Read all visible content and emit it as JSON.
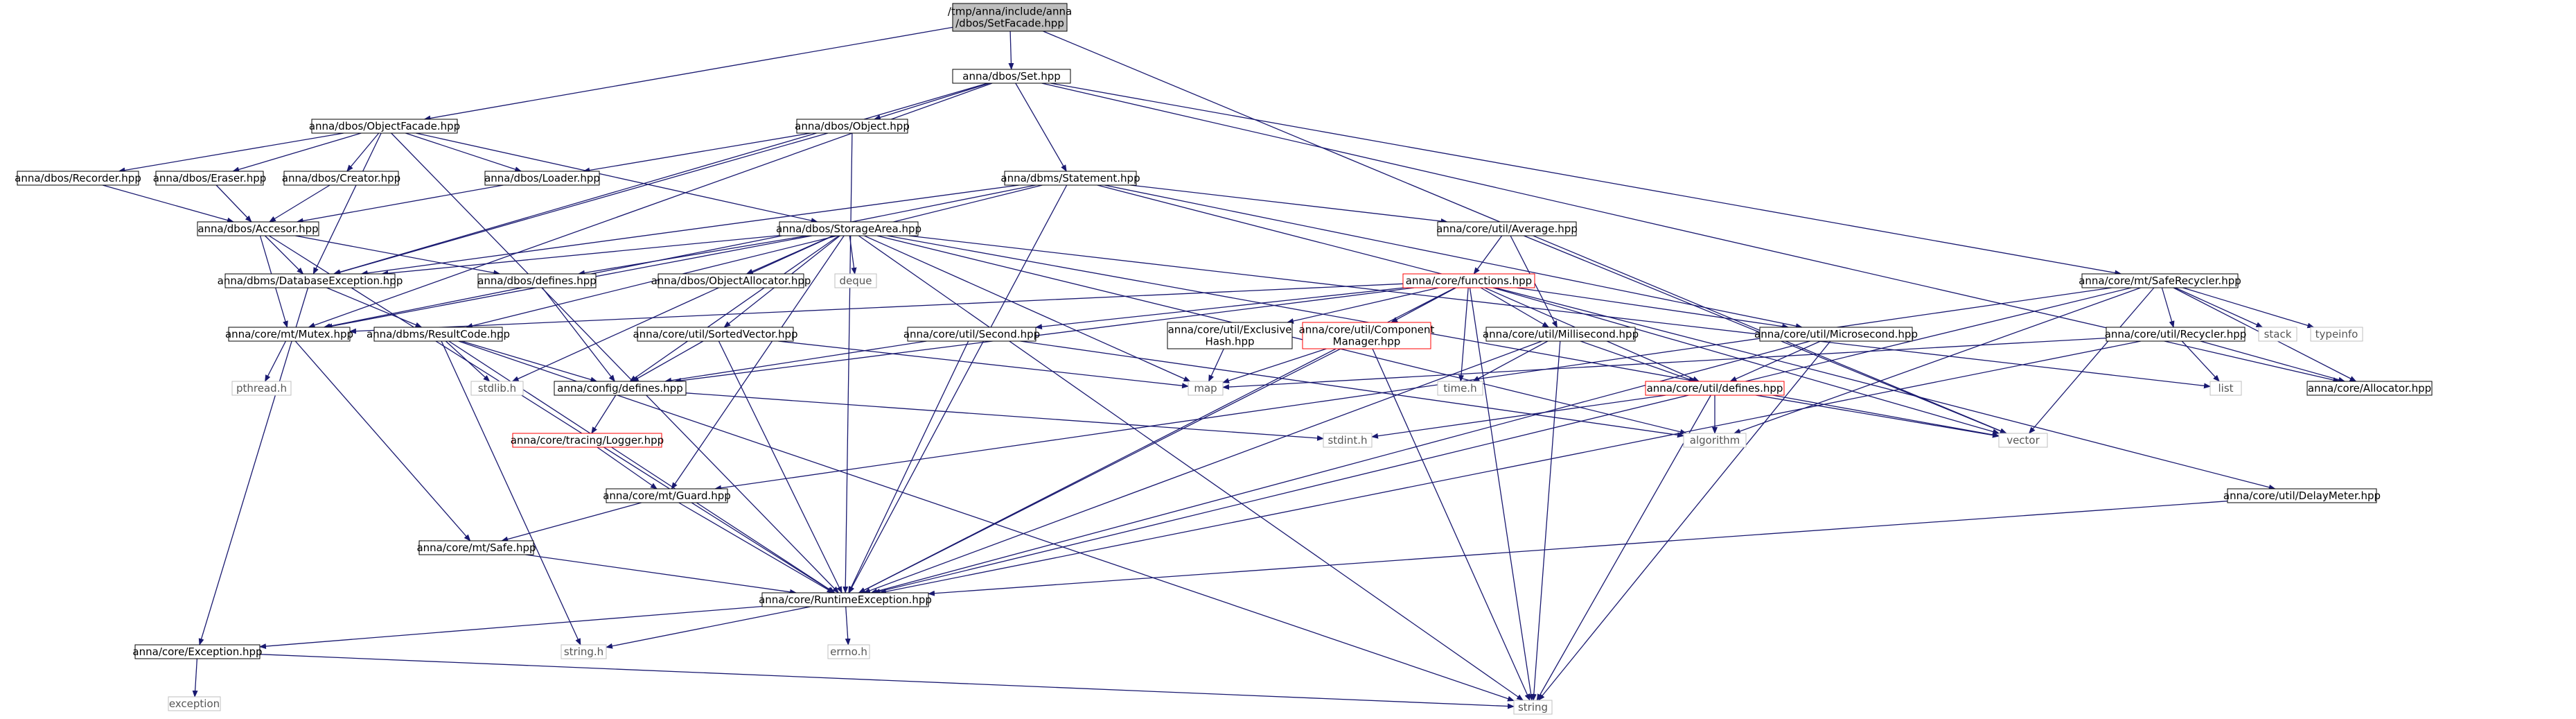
{
  "graph": {
    "nodes": [
      {
        "id": "root",
        "label": "/tmp/anna/include/anna\n/dbos/SetFacade.hpp",
        "kind": "root"
      },
      {
        "id": "set",
        "label": "anna/dbos/Set.hpp",
        "kind": "normal"
      },
      {
        "id": "objfacade",
        "label": "anna/dbos/ObjectFacade.hpp",
        "kind": "normal"
      },
      {
        "id": "object",
        "label": "anna/dbos/Object.hpp",
        "kind": "normal"
      },
      {
        "id": "statement",
        "label": "anna/dbms/Statement.hpp",
        "kind": "normal"
      },
      {
        "id": "recorder",
        "label": "anna/dbos/Recorder.hpp",
        "kind": "normal"
      },
      {
        "id": "eraser",
        "label": "anna/dbos/Eraser.hpp",
        "kind": "normal"
      },
      {
        "id": "creator",
        "label": "anna/dbos/Creator.hpp",
        "kind": "normal"
      },
      {
        "id": "loader",
        "label": "anna/dbos/Loader.hpp",
        "kind": "normal"
      },
      {
        "id": "accesor",
        "label": "anna/dbos/Accesor.hpp",
        "kind": "normal"
      },
      {
        "id": "storagearea",
        "label": "anna/dbos/StorageArea.hpp",
        "kind": "normal"
      },
      {
        "id": "average",
        "label": "anna/core/util/Average.hpp",
        "kind": "normal"
      },
      {
        "id": "dbexception",
        "label": "anna/dbms/DatabaseException.hpp",
        "kind": "normal"
      },
      {
        "id": "dbosdefines",
        "label": "anna/dbos/defines.hpp",
        "kind": "normal"
      },
      {
        "id": "objallocator",
        "label": "anna/dbos/ObjectAllocator.hpp",
        "kind": "normal"
      },
      {
        "id": "deque",
        "label": "deque",
        "kind": "system"
      },
      {
        "id": "functions",
        "label": "anna/core/functions.hpp",
        "kind": "truncated"
      },
      {
        "id": "saferecycler",
        "label": "anna/core/mt/SafeRecycler.hpp",
        "kind": "normal"
      },
      {
        "id": "mutex",
        "label": "anna/core/mt/Mutex.hpp",
        "kind": "normal"
      },
      {
        "id": "resultcode",
        "label": "anna/dbms/ResultCode.hpp",
        "kind": "normal"
      },
      {
        "id": "sortedvector",
        "label": "anna/core/util/SortedVector.hpp",
        "kind": "normal"
      },
      {
        "id": "second",
        "label": "anna/core/util/Second.hpp",
        "kind": "normal"
      },
      {
        "id": "exclusivehash",
        "label": "anna/core/util/Exclusive\nHash.hpp",
        "kind": "normal"
      },
      {
        "id": "componentmgr",
        "label": "anna/core/util/Component\nManager.hpp",
        "kind": "truncated"
      },
      {
        "id": "millisecond",
        "label": "anna/core/util/Millisecond.hpp",
        "kind": "normal"
      },
      {
        "id": "microsecond",
        "label": "anna/core/util/Microsecond.hpp",
        "kind": "normal"
      },
      {
        "id": "recycler",
        "label": "anna/core/util/Recycler.hpp",
        "kind": "normal"
      },
      {
        "id": "stack",
        "label": "stack",
        "kind": "system"
      },
      {
        "id": "typeinfo",
        "label": "typeinfo",
        "kind": "system"
      },
      {
        "id": "pthread",
        "label": "pthread.h",
        "kind": "system"
      },
      {
        "id": "stdlib",
        "label": "stdlib.h",
        "kind": "system"
      },
      {
        "id": "configdefines",
        "label": "anna/config/defines.hpp",
        "kind": "normal"
      },
      {
        "id": "map",
        "label": "map",
        "kind": "system"
      },
      {
        "id": "timeh",
        "label": "time.h",
        "kind": "system"
      },
      {
        "id": "utildefines",
        "label": "anna/core/util/defines.hpp",
        "kind": "truncated"
      },
      {
        "id": "list",
        "label": "list",
        "kind": "system"
      },
      {
        "id": "allocator",
        "label": "anna/core/Allocator.hpp",
        "kind": "normal"
      },
      {
        "id": "logger",
        "label": "anna/core/tracing/Logger.hpp",
        "kind": "truncated"
      },
      {
        "id": "stdint",
        "label": "stdint.h",
        "kind": "system"
      },
      {
        "id": "algorithm",
        "label": "algorithm",
        "kind": "system"
      },
      {
        "id": "vector",
        "label": "vector",
        "kind": "system"
      },
      {
        "id": "guard",
        "label": "anna/core/mt/Guard.hpp",
        "kind": "normal"
      },
      {
        "id": "delaymeter",
        "label": "anna/core/util/DelayMeter.hpp",
        "kind": "normal"
      },
      {
        "id": "safe",
        "label": "anna/core/mt/Safe.hpp",
        "kind": "normal"
      },
      {
        "id": "runtime",
        "label": "anna/core/RuntimeException.hpp",
        "kind": "normal"
      },
      {
        "id": "exception_hpp",
        "label": "anna/core/Exception.hpp",
        "kind": "normal"
      },
      {
        "id": "stringh",
        "label": "string.h",
        "kind": "system"
      },
      {
        "id": "errno",
        "label": "errno.h",
        "kind": "system"
      },
      {
        "id": "exception",
        "label": "exception",
        "kind": "system"
      },
      {
        "id": "string",
        "label": "string",
        "kind": "system"
      }
    ],
    "edges": [
      [
        "root",
        "set"
      ],
      [
        "root",
        "objfacade"
      ],
      [
        "root",
        "vector"
      ],
      [
        "set",
        "object"
      ],
      [
        "set",
        "statement"
      ],
      [
        "set",
        "dbexception"
      ],
      [
        "set",
        "saferecycler"
      ],
      [
        "set",
        "allocator"
      ],
      [
        "set",
        "mutex"
      ],
      [
        "objfacade",
        "recorder"
      ],
      [
        "objfacade",
        "eraser"
      ],
      [
        "objfacade",
        "creator"
      ],
      [
        "objfacade",
        "loader"
      ],
      [
        "objfacade",
        "storagearea"
      ],
      [
        "objfacade",
        "dbexception"
      ],
      [
        "objfacade",
        "runtime"
      ],
      [
        "object",
        "loader"
      ],
      [
        "object",
        "runtime"
      ],
      [
        "object",
        "dbexception"
      ],
      [
        "statement",
        "dbexception"
      ],
      [
        "statement",
        "average"
      ],
      [
        "statement",
        "runtime"
      ],
      [
        "statement",
        "resultcode"
      ],
      [
        "statement",
        "microsecond"
      ],
      [
        "statement",
        "delaymeter"
      ],
      [
        "statement",
        "mutex"
      ],
      [
        "recorder",
        "accesor"
      ],
      [
        "eraser",
        "accesor"
      ],
      [
        "creator",
        "accesor"
      ],
      [
        "loader",
        "accesor"
      ],
      [
        "accesor",
        "dbexception"
      ],
      [
        "accesor",
        "dbosdefines"
      ],
      [
        "accesor",
        "mutex"
      ],
      [
        "accesor",
        "runtime"
      ],
      [
        "storagearea",
        "dbexception"
      ],
      [
        "storagearea",
        "dbosdefines"
      ],
      [
        "storagearea",
        "objallocator"
      ],
      [
        "storagearea",
        "deque"
      ],
      [
        "storagearea",
        "mutex"
      ],
      [
        "storagearea",
        "sortedvector"
      ],
      [
        "storagearea",
        "guard"
      ],
      [
        "storagearea",
        "configdefines"
      ],
      [
        "storagearea",
        "stdlib"
      ],
      [
        "storagearea",
        "map"
      ],
      [
        "storagearea",
        "string"
      ],
      [
        "storagearea",
        "list"
      ],
      [
        "storagearea",
        "vector"
      ],
      [
        "storagearea",
        "algorithm"
      ],
      [
        "average",
        "functions"
      ],
      [
        "average",
        "millisecond"
      ],
      [
        "average",
        "vector"
      ],
      [
        "dbexception",
        "exception_hpp"
      ],
      [
        "dbexception",
        "resultcode"
      ],
      [
        "dbosdefines",
        "configdefines"
      ],
      [
        "functions",
        "mutex"
      ],
      [
        "functions",
        "second"
      ],
      [
        "functions",
        "exclusivehash"
      ],
      [
        "functions",
        "componentmgr"
      ],
      [
        "functions",
        "millisecond"
      ],
      [
        "functions",
        "microsecond"
      ],
      [
        "functions",
        "utildefines"
      ],
      [
        "functions",
        "timeh"
      ],
      [
        "functions",
        "runtime"
      ],
      [
        "functions",
        "vector"
      ],
      [
        "functions",
        "string"
      ],
      [
        "functions",
        "configdefines"
      ],
      [
        "saferecycler",
        "recycler"
      ],
      [
        "saferecycler",
        "stack"
      ],
      [
        "saferecycler",
        "typeinfo"
      ],
      [
        "saferecycler",
        "allocator"
      ],
      [
        "saferecycler",
        "guard"
      ],
      [
        "saferecycler",
        "vector"
      ],
      [
        "saferecycler",
        "algorithm"
      ],
      [
        "saferecycler",
        "runtime"
      ],
      [
        "mutex",
        "pthread"
      ],
      [
        "mutex",
        "safe"
      ],
      [
        "resultcode",
        "configdefines"
      ],
      [
        "resultcode",
        "stdlib"
      ],
      [
        "resultcode",
        "runtime"
      ],
      [
        "resultcode",
        "stringh"
      ],
      [
        "resultcode",
        "string"
      ],
      [
        "sortedvector",
        "configdefines"
      ],
      [
        "sortedvector",
        "map"
      ],
      [
        "sortedvector",
        "runtime"
      ],
      [
        "second",
        "configdefines"
      ],
      [
        "second",
        "runtime"
      ],
      [
        "second",
        "algorithm"
      ],
      [
        "exclusivehash",
        "map"
      ],
      [
        "componentmgr",
        "map"
      ],
      [
        "componentmgr",
        "runtime"
      ],
      [
        "componentmgr",
        "string"
      ],
      [
        "millisecond",
        "timeh"
      ],
      [
        "millisecond",
        "utildefines"
      ],
      [
        "millisecond",
        "runtime"
      ],
      [
        "millisecond",
        "string"
      ],
      [
        "microsecond",
        "utildefines"
      ],
      [
        "microsecond",
        "runtime"
      ],
      [
        "microsecond",
        "string"
      ],
      [
        "recycler",
        "list"
      ],
      [
        "recycler",
        "allocator"
      ],
      [
        "recycler",
        "map"
      ],
      [
        "recycler",
        "runtime"
      ],
      [
        "configdefines",
        "logger"
      ],
      [
        "configdefines",
        "stdint"
      ],
      [
        "utildefines",
        "stdint"
      ],
      [
        "utildefines",
        "algorithm"
      ],
      [
        "utildefines",
        "vector"
      ],
      [
        "utildefines",
        "string"
      ],
      [
        "logger",
        "guard"
      ],
      [
        "guard",
        "safe"
      ],
      [
        "guard",
        "runtime"
      ],
      [
        "delaymeter",
        "runtime"
      ],
      [
        "safe",
        "runtime"
      ],
      [
        "runtime",
        "exception_hpp"
      ],
      [
        "runtime",
        "stringh"
      ],
      [
        "runtime",
        "errno"
      ],
      [
        "exception_hpp",
        "exception"
      ],
      [
        "exception_hpp",
        "string"
      ]
    ]
  },
  "colors": {
    "root_fill": "#bfbfbf",
    "node_border": "#000000",
    "truncated_border": "#ff0000",
    "system_border": "#bfbfbf",
    "edge": "#191970"
  }
}
